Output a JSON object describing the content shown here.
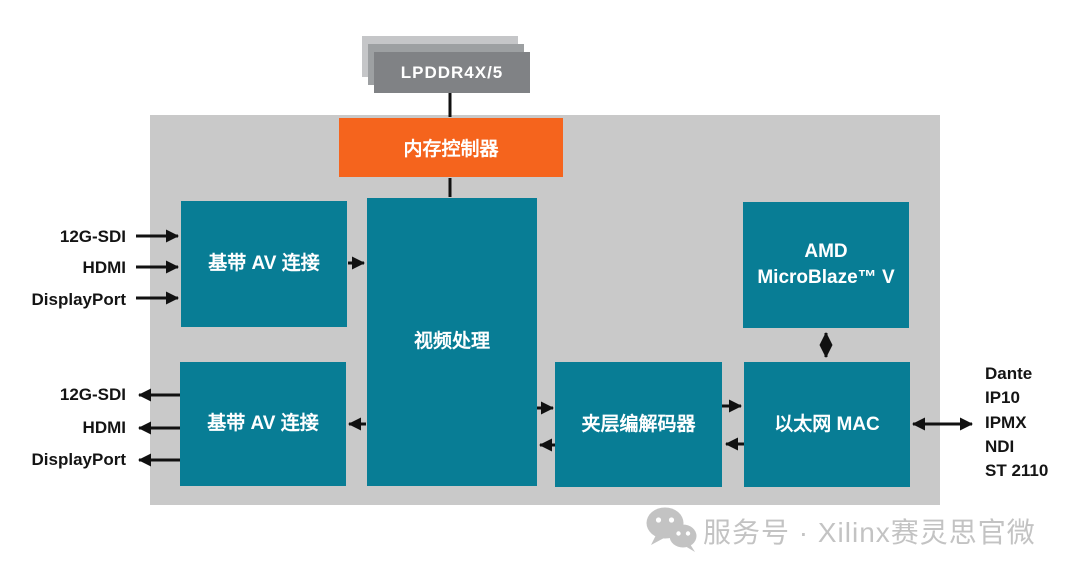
{
  "colors": {
    "teal": "#087d95",
    "orange": "#f5641d",
    "panel_gray": "#c9c9c9",
    "memory_stack_gray": "#808285",
    "arrow_black": "#111111",
    "watermark_gray": "#c3c3c3"
  },
  "memory": {
    "stack_label": "LPDDR4X/5",
    "controller_label": "内存控制器"
  },
  "blocks": {
    "baseband_top": "基带 AV 连接",
    "video": "视频处理",
    "baseband_bottom": "基带 AV 连接",
    "mezzanine": "夹层编解码器",
    "ethernet_mac": "以太网 MAC",
    "microblaze_line1": "AMD",
    "microblaze_line2": "MicroBlaze™ V"
  },
  "inputs_left_top": [
    "12G-SDI",
    "HDMI",
    "DisplayPort"
  ],
  "outputs_left_bottom": [
    "12G-SDI",
    "HDMI",
    "DisplayPort"
  ],
  "protocols_right": [
    "Dante",
    "IP10",
    "IPMX",
    "NDI",
    "ST 2110"
  ],
  "connections": [
    "LPDDR4X/5 — 内存控制器 — 视频处理 (line)",
    "12G-SDI/HDMI/DisplayPort → 基带 AV 连接 (top)",
    "基带 AV 连接 (top) → 视频处理",
    "视频处理 → 基带 AV 连接 (bottom) → 12G-SDI/HDMI/DisplayPort",
    "视频处理 ⇄ 夹层编解码器",
    "夹层编解码器 ⇄ 以太网 MAC",
    "以太网 MAC ⇄ Dante/IP10/IPMX/NDI/ST 2110",
    "AMD MicroBlaze™ V ⇄ 以太网 MAC"
  ],
  "watermark": {
    "icon": "wechat-icon",
    "text": "服务号 · Xilinx赛灵思官微"
  }
}
